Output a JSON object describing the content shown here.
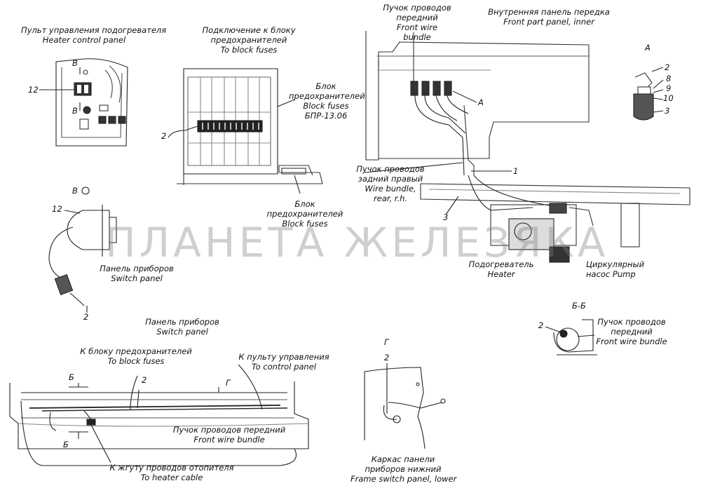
{
  "labels": {
    "heater_panel": [
      "Пульт управления подогревателя",
      "Heater control panel"
    ],
    "block_fuses_conn": [
      "Подключение к блоку",
      "предохранителей",
      "To block fuses"
    ],
    "front_wire_bundle_top": [
      "Пучок проводов",
      "передний",
      "Front wire",
      "bundle"
    ],
    "front_panel_inner": [
      "Внутренняя панель передка",
      "Front part panel, inner"
    ],
    "view_a": "А",
    "fuse_block_bpr": [
      "Блок",
      "предохранителей",
      "Block fuses",
      "БПР-13.06"
    ],
    "rear_rh_bundle": [
      "Пучок проводов",
      "задний правый",
      "Wire bundle,",
      "rear, r.h."
    ],
    "fuse_block_lower": [
      "Блок",
      "предохранителей",
      "Block fuses"
    ],
    "view_v": "В",
    "switch_panel_1": [
      "Панель приборов",
      "Switch panel"
    ],
    "heater": [
      "Подогреватель",
      "Heater"
    ],
    "pump": [
      "Циркулярный",
      "насос   Pump"
    ],
    "section_bb": "Б-Б",
    "front_wire_bundle_bb": [
      "Пучок проводов",
      "передний",
      "Front wire bundle"
    ],
    "switch_panel_2": [
      "Панель приборов",
      "Switch panel"
    ],
    "to_block_fuses": [
      "К блоку предохранителей",
      "To    block fuses"
    ],
    "to_control_panel": [
      "К пульту управления",
      "To control panel"
    ],
    "front_wire_bundle_bottom": [
      "Пучок проводов передний",
      "Front wire bundle"
    ],
    "to_heater_cable": [
      "К жгуту проводов отопителя",
      "To heater cable"
    ],
    "view_g": "Г",
    "frame_switch_lower": [
      "Каркас панели",
      "приборов нижний",
      "Frame switch panel, lower"
    ],
    "watermark": "ПЛАНЕТА ЖЕЛЕЗЯКА"
  },
  "callouts": {
    "n12_top": "12",
    "v_top": "В",
    "v_bottom": "В",
    "n2_fuse": "2",
    "n12_panel": "12",
    "n2_panel": "2",
    "n2_a": "2",
    "n8": "8",
    "n9": "9",
    "n10": "10",
    "n3_a": "3",
    "a_mark": "А",
    "n1": "1",
    "n3": "3",
    "n2_bb": "2",
    "b_left_top": "Б",
    "b_left_bottom": "Б",
    "g_arrow": "Г",
    "n2_switch": "2",
    "n2_g": "2"
  }
}
